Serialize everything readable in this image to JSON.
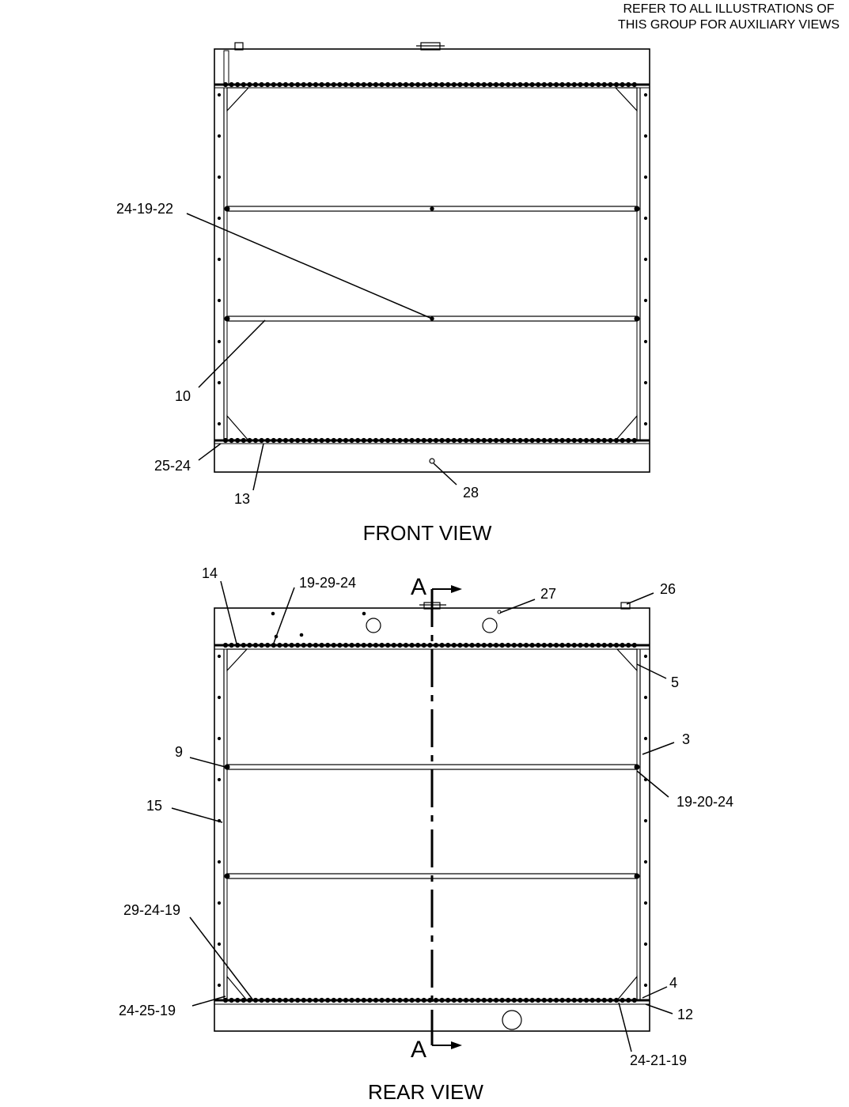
{
  "header_note": {
    "line1": "REFER TO ALL ILLUSTRATIONS OF",
    "line2": "THIS GROUP FOR AUXILIARY VIEWS"
  },
  "front_view": {
    "title": "FRONT VIEW",
    "callouts": {
      "c_24_19_22": "24-19-22",
      "c_10": "10",
      "c_25_24": "25-24",
      "c_13": "13",
      "c_28": "28"
    }
  },
  "rear_view": {
    "title": "REAR VIEW",
    "section_top": "A",
    "section_bottom": "A",
    "callouts": {
      "c_14": "14",
      "c_19_29_24": "19-29-24",
      "c_27": "27",
      "c_26": "26",
      "c_5": "5",
      "c_3": "3",
      "c_9": "9",
      "c_15": "15",
      "c_19_20_24": "19-20-24",
      "c_29_24_19": "29-24-19",
      "c_4": "4",
      "c_24_25_19": "24-25-19",
      "c_12": "12",
      "c_24_21_19": "24-21-19"
    }
  }
}
